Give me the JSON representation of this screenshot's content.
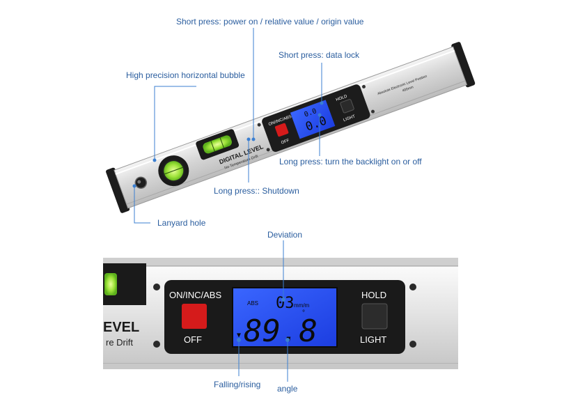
{
  "callouts": {
    "short_press_power": "Short press: power on / relative value / origin value",
    "short_press_hold": "Short press: data lock",
    "bubble": "High precision horizontal bubble",
    "long_press_light": "Long press: turn the backlight on or off",
    "long_press_shutdown": "Long press:: Shutdown",
    "lanyard": "Lanyard hole",
    "deviation": "Deviation",
    "falling_rising": "Falling/rising",
    "angle": "angle"
  },
  "level_tool": {
    "brand": "DIGITAL LEVEL",
    "tagline": "No Temperature Drift",
    "spec_line1": "Absolute Electronic Level Position",
    "spec_line2": "400mm",
    "btn_on_label": "ON/INC/ABS",
    "btn_off_label": "OFF",
    "btn_hold_label": "HOLD",
    "btn_light_label": "LIGHT",
    "lcd_small": "0.0",
    "lcd_main": "0.0"
  },
  "closeup": {
    "brand_fragment": "EVEL",
    "tagline_fragment": "re Drift",
    "btn_left_top": "ON/INC/ABS",
    "btn_left_bottom": "OFF",
    "btn_right_top": "HOLD",
    "btn_right_bottom": "LIGHT",
    "lcd_abs": "ABS",
    "lcd_deviation": "03",
    "lcd_unit": "mm/m",
    "lcd_degree": "°",
    "lcd_angle": "89.8",
    "lcd_arrow": "▼"
  },
  "colors": {
    "callout_text": "#2a5d9e",
    "leader_line": "#3b7fd1",
    "lcd_blue": "#2f56ff",
    "off_button": "#d51b1b",
    "bubble_green": "#8edc2f"
  }
}
